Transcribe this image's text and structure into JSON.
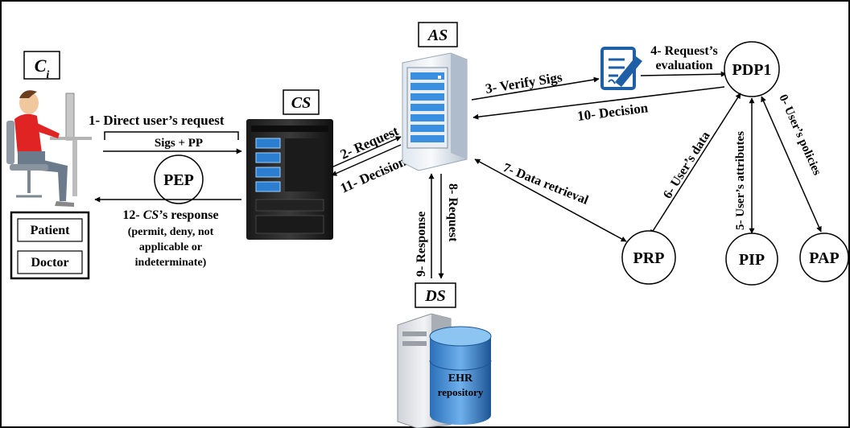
{
  "entities": {
    "ci": "C",
    "ci_sub": "i",
    "cs": "CS",
    "as": "AS",
    "ds": "DS",
    "pep": "PEP",
    "pdp": "PDP1",
    "prp": "PRP",
    "pip": "PIP",
    "pap": "PAP"
  },
  "roles": [
    "Patient",
    "Doctor"
  ],
  "repository": {
    "line1": "EHR",
    "line2": "repository"
  },
  "flows": {
    "f0": "0- User’s policies",
    "f1": "1-  Direct user’s request",
    "f1_sub": "Sigs + PP",
    "f2": "2- Request",
    "f3": "3- Verify Sigs",
    "f4_line1": "4- Request’s",
    "f4_line2": "evaluation",
    "f5": "5- User’s attributes",
    "f6": "6- User’s data",
    "f7": "7- Data retrieval",
    "f8": "8- Request",
    "f9": "9- Response",
    "f10": "10- Decision",
    "f11": "11- Decision",
    "f12_prefix": "12- ",
    "f12_cs": "CS",
    "f12_suffix": "’s response",
    "f12_l2": "(permit, deny, not",
    "f12_l3": "applicable or",
    "f12_l4": "indeterminate)"
  }
}
